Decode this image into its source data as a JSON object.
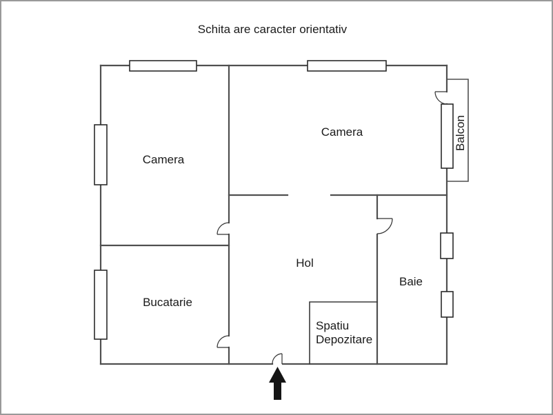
{
  "title": "Schita are caracter orientativ",
  "rooms": {
    "camera_left": "Camera",
    "camera_right": "Camera",
    "balcon": "Balcon",
    "hol": "Hol",
    "bucatarie": "Bucatarie",
    "baie": "Baie",
    "spatiu_line1": "Spatiu",
    "spatiu_line2": "Depozitare"
  },
  "colors": {
    "frame": "#999999",
    "wall": "#4f4f4f",
    "wall_thin": "#3a3a3a",
    "window_border": "#2a2a2a",
    "door": "#333333",
    "text": "#1a1a1a",
    "arrow": "#151515"
  }
}
